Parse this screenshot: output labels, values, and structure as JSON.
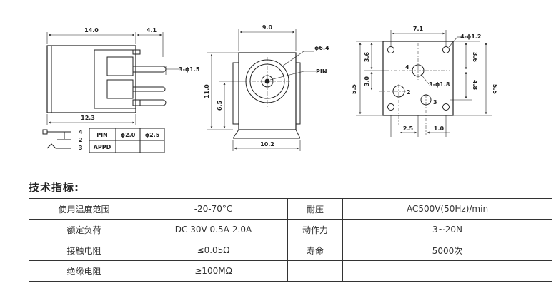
{
  "drawing": {
    "side_view": {
      "dim_length": "14.0",
      "dim_pin_extension": "4.1",
      "dim_pin_holes": "3-ϕ1.5",
      "dim_bottom": "12.3",
      "pin_labels": [
        "4",
        "2",
        "3"
      ],
      "pin_table": {
        "header": [
          "PIN",
          "ϕ2.0",
          "ϕ2.5"
        ],
        "row": [
          "APPD",
          "",
          ""
        ]
      }
    },
    "front_view": {
      "dim_width": "9.0",
      "dim_height": "11.0",
      "dim_center_height": "6.5",
      "dim_bottom_width": "10.2",
      "dim_hole": "ϕ6.4",
      "label_pin": "PIN"
    },
    "footprint": {
      "dim_top": "7.1",
      "dim_mount_holes": "4-ϕ1.2",
      "dim_left_upper": "3.6",
      "dim_left_total": "5.5",
      "dim_left_mid": "3.0",
      "dim_right_upper": "3.6",
      "dim_right_mid": "4.8",
      "dim_right_total": "5.5",
      "dim_pin_holes": "3-ϕ1.8",
      "dim_bottom_left": "2.5",
      "dim_bottom_right": "1.0",
      "pin_labels": [
        "4",
        "2",
        "3"
      ]
    }
  },
  "section_title": "技术指标:",
  "spec_table": [
    [
      "使用温度范围",
      "-20-70°C",
      "耐压",
      "AC500V(50Hz)/min"
    ],
    [
      "额定负荷",
      "DC 30V 0.5A-2.0A",
      "动作力",
      "3~20N"
    ],
    [
      "接触电阻",
      "≤0.05Ω",
      "寿命",
      "5000次"
    ],
    [
      "绝缘电阻",
      "≥100MΩ",
      "",
      ""
    ]
  ]
}
